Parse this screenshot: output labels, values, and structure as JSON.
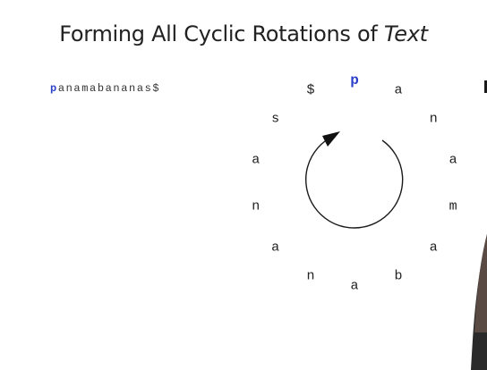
{
  "slide": {
    "title_main": "Forming All Cyclic Rotations of ",
    "title_italic": "Text",
    "text_first": "p",
    "text_rest": "anamabananas$"
  },
  "circle_letters": [
    "p",
    "a",
    "n",
    "a",
    "m",
    "a",
    "b",
    "a",
    "n",
    "a",
    "n",
    "a",
    "s",
    "$"
  ],
  "colors": {
    "highlight": "#2b3fc7",
    "text": "#222222"
  },
  "icons": [
    "rotation-arrow-icon"
  ]
}
